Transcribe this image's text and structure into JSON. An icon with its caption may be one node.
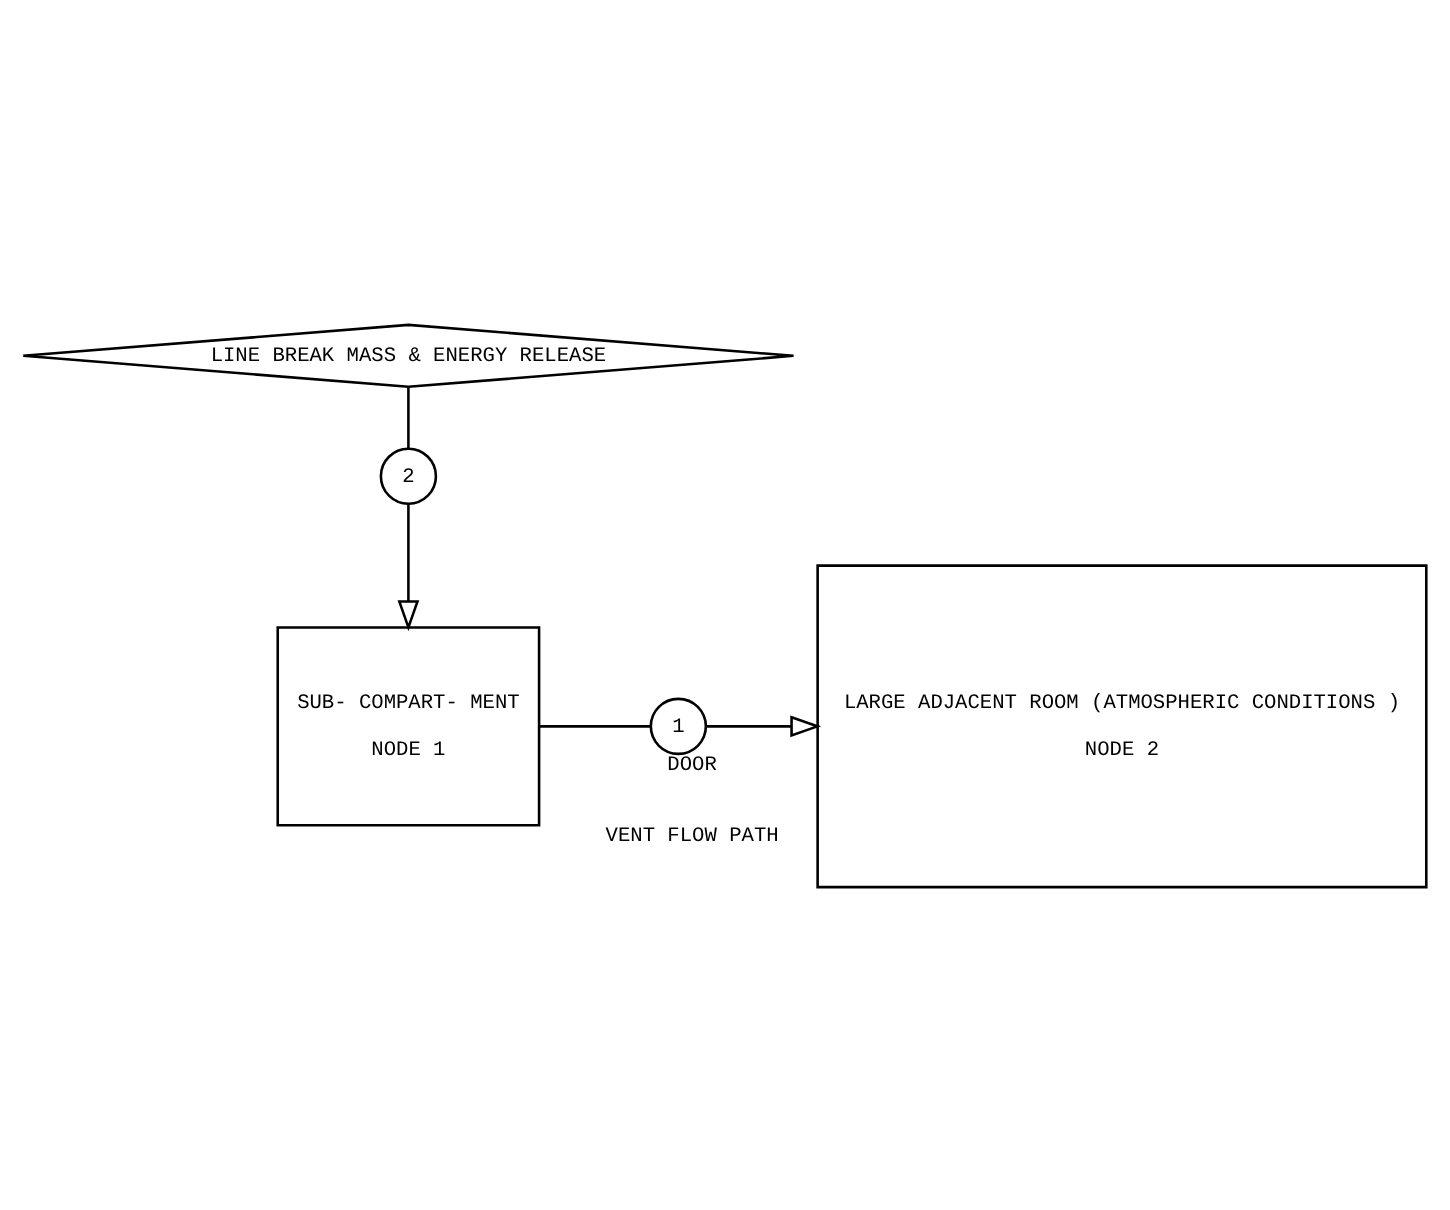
{
  "diagram": {
    "nodes": [
      {
        "text": [
          "LINE BREAK MASS & ENERGY RELEASE"
        ]
      },
      {
        "text": [
          "2"
        ]
      },
      {
        "text": [
          "SUB- COMPART- MENT",
          "NODE 1"
        ]
      },
      {
        "text": [
          "1"
        ],
        "beside": [
          "DOOR",
          "VENT FLOW PATH"
        ]
      },
      {
        "text": [
          "LARGE ADJACENT ROOM (ATMOSPHERIC CONDITIONS )",
          "NODE 2"
        ]
      }
    ],
    "edges": [
      {
        "from": 0,
        "to": 1,
        "arrow": "none"
      },
      {
        "from": 1,
        "to": 2,
        "arrow": "to"
      },
      {
        "from": 2,
        "to": 3,
        "arrow": "none"
      },
      {
        "from": 3,
        "to": 4,
        "arrow": "to"
      }
    ]
  }
}
